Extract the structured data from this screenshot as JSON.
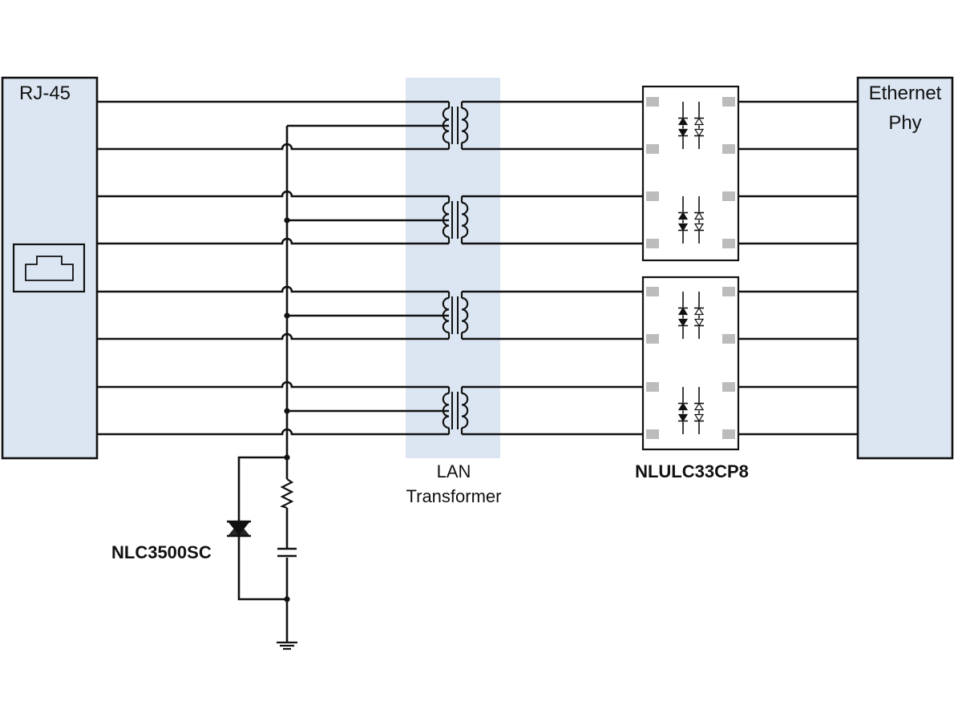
{
  "labels": {
    "rj45": "RJ-45",
    "phy_line1": "Ethernet",
    "phy_line2": "Phy",
    "transformer_line1": "LAN",
    "transformer_line2": "Transformer",
    "esd_array": "NLULC33CP8",
    "surge_protector": "NLC3500SC"
  },
  "colors": {
    "block_fill": "#dce6f2",
    "transformer_band": "#dce6f2",
    "wire": "#111111",
    "pad": "#bcbcbc"
  },
  "icons": {
    "connector": "rj45-port-icon",
    "transformer": "transformer-coil-icon",
    "tvs": "tvs-diode-icon",
    "thyristor": "thyristor-icon",
    "resistor": "resistor-icon",
    "capacitor": "capacitor-icon",
    "ground": "ground-icon"
  },
  "signal_line_count": 8,
  "transformer_count": 4,
  "esd_channel_count": 4
}
